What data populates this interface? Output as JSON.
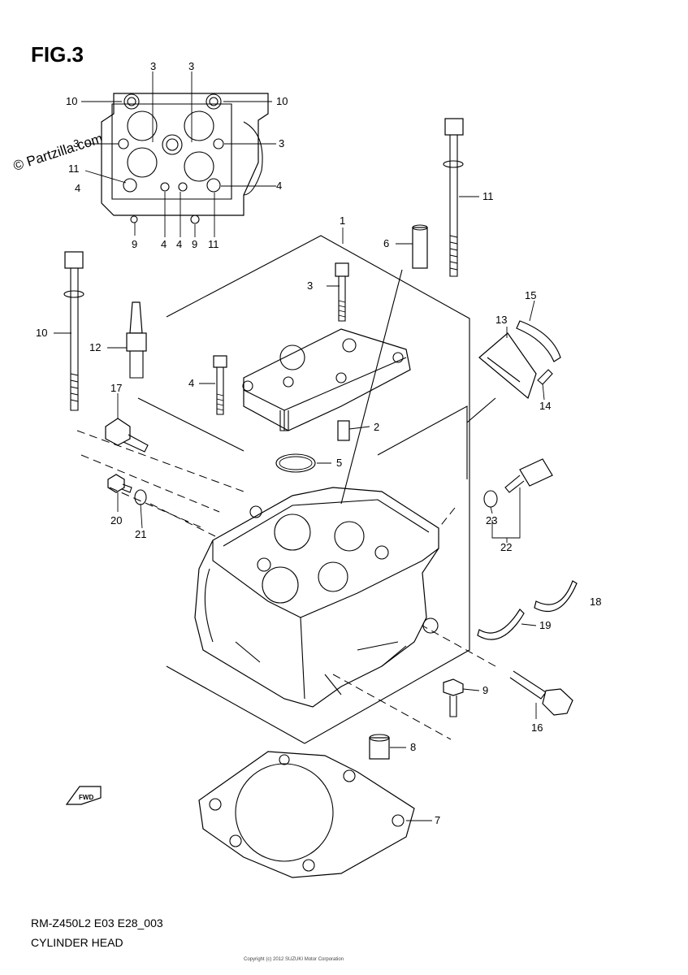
{
  "figure": {
    "title": "FIG.3",
    "watermark": "© Partzilla.com",
    "model_code": "RM-Z450L2 E03 E28_003",
    "caption": "CYLINDER HEAD",
    "copyright": "Copyright (c) 2012 SUZUKI Motor Corporation"
  },
  "inset_labels": [
    "3",
    "3",
    "10",
    "10",
    "3",
    "3",
    "11",
    "4",
    "4",
    "9",
    "4",
    "4",
    "9",
    "11"
  ],
  "callouts": [
    "1",
    "2",
    "3",
    "4",
    "5",
    "6",
    "7",
    "8",
    "9",
    "10",
    "11",
    "12",
    "13",
    "14",
    "15",
    "16",
    "17",
    "18",
    "19",
    "20",
    "21",
    "22",
    "23"
  ],
  "fwd_arrow": "FWD"
}
